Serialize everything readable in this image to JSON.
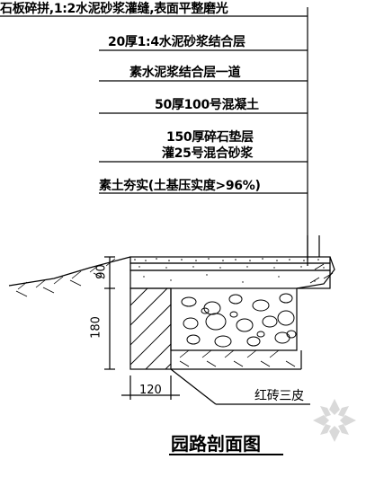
{
  "callouts": [
    "石板碎拼,1:2水泥砂浆灌缝,表面平整磨光",
    "20厚1:4水泥砂浆结合层",
    "素水泥浆结合层一道",
    "50厚100号混凝土",
    "150厚碎石垫层",
    "灌25号混合砂浆",
    "素土夯实(土基压实度>96%)"
  ],
  "dimensions": {
    "top_layers": "90",
    "brick_height": "180",
    "brick_width": "120"
  },
  "brick_label": "红砖三皮",
  "title": "园路剖面图",
  "colors": {
    "line": "#000000",
    "background": "#ffffff"
  }
}
